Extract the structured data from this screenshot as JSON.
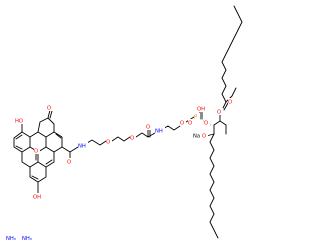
{
  "colors": {
    "oxygen": "#ff0000",
    "nitrogen": "#0000ff",
    "phosphorus": "#ff8000",
    "carbon_bond": "#000000",
    "background": "#ffffff"
  },
  "atoms": {
    "ho_top": "HO",
    "oh_bottom": "OH",
    "xanthene_o": "O",
    "carbonyl_o": "O",
    "amide_nh_1": "NH",
    "ether_o_1": "O",
    "ether_o_2": "O",
    "ether_o_3": "O",
    "amide_o": "O",
    "amide_nh_2": "NH",
    "phosphate_o_link": "O",
    "phosphate_p": "P",
    "phosphate_oh": "OH",
    "phosphate_o_double": "O",
    "phosphate_o_glyc": "O",
    "glycerol_ester_o": "O",
    "ester_carbonyl_o": "O",
    "na_atom": "Na",
    "na_o": "O"
  },
  "counterions": [
    "NH₃",
    "NH₃"
  ]
}
